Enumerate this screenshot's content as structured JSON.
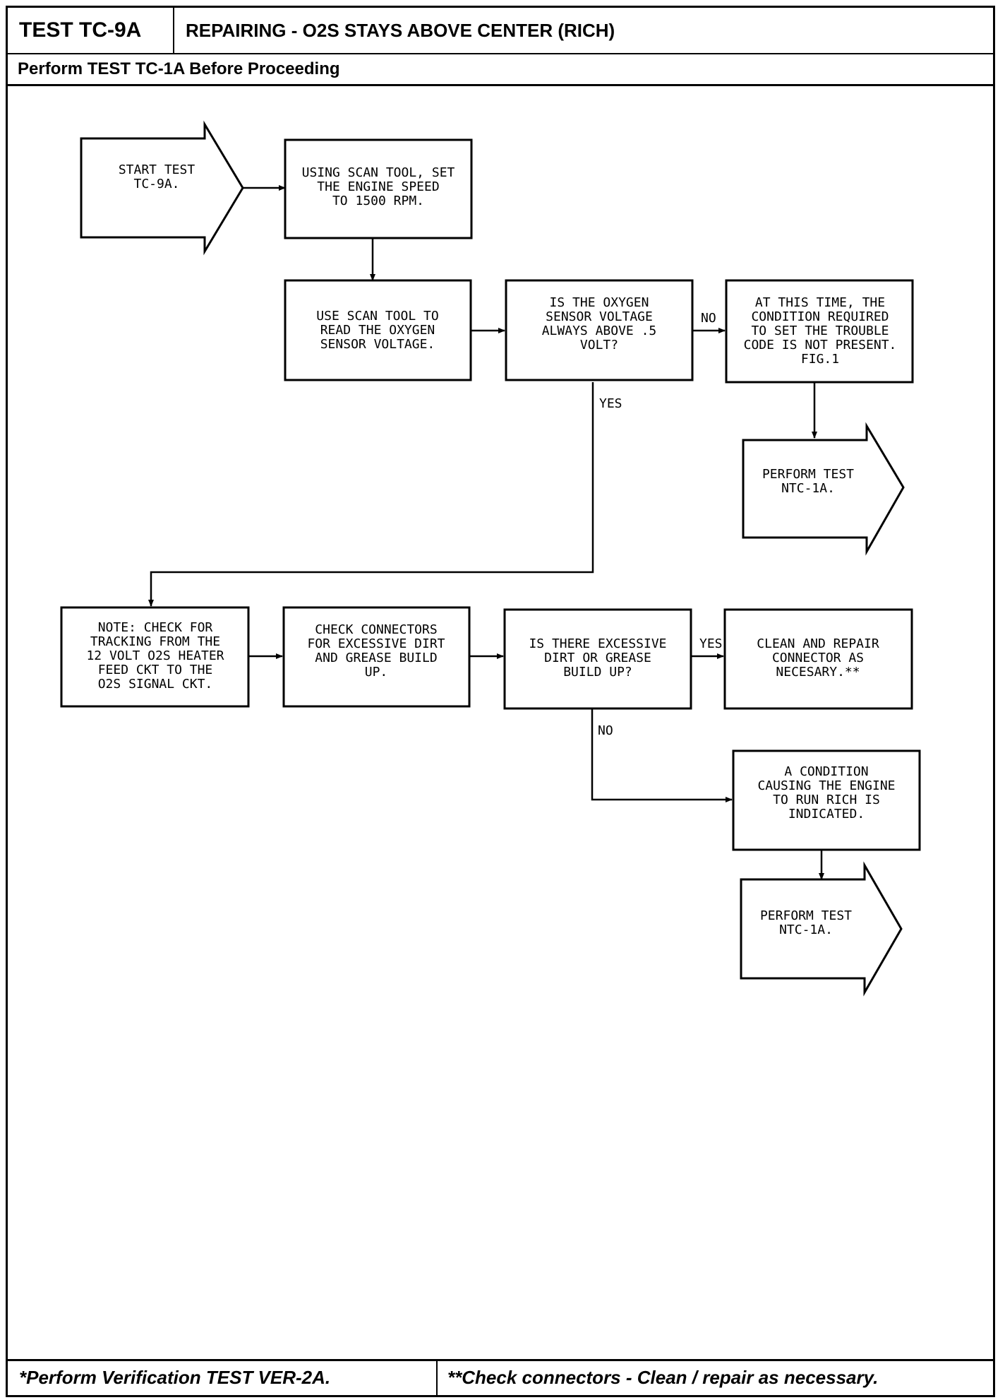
{
  "header": {
    "test_id": "TEST TC-9A",
    "title": "REPAIRING - O2S STAYS ABOVE CENTER (RICH)",
    "prerequisite": "Perform TEST TC-1A Before Proceeding"
  },
  "nodes": {
    "start": [
      "START TEST",
      "TC-9A."
    ],
    "set_speed": [
      "USING SCAN TOOL, SET",
      "THE ENGINE SPEED",
      "TO 1500 RPM."
    ],
    "read_voltage": [
      "USE SCAN TOOL TO",
      "READ THE OXYGEN",
      "SENSOR VOLTAGE."
    ],
    "q_voltage": [
      "IS THE OXYGEN",
      "SENSOR VOLTAGE",
      "ALWAYS ABOVE .5",
      "VOLT?"
    ],
    "not_present": [
      "AT THIS TIME, THE",
      "CONDITION REQUIRED",
      "TO SET THE TROUBLE",
      "CODE IS NOT PRESENT.",
      "FIG.1"
    ],
    "perform_ntc_1": [
      "PERFORM TEST",
      "NTC-1A."
    ],
    "note_tracking": [
      "NOTE: CHECK FOR",
      "TRACKING FROM THE",
      "12 VOLT O2S HEATER",
      "FEED CKT TO THE",
      "O2S SIGNAL CKT."
    ],
    "check_connectors": [
      "CHECK CONNECTORS",
      "FOR EXCESSIVE DIRT",
      "AND GREASE BUILD",
      "UP."
    ],
    "q_dirt": [
      "IS THERE EXCESSIVE",
      "DIRT OR GREASE",
      "BUILD UP?"
    ],
    "clean_repair": [
      "CLEAN AND REPAIR",
      "CONNECTOR AS",
      "NECESARY.**"
    ],
    "rich_condition": [
      "A CONDITION",
      "CAUSING THE ENGINE",
      "TO RUN RICH IS",
      "INDICATED."
    ],
    "perform_ntc_2": [
      "PERFORM TEST",
      "NTC-1A."
    ]
  },
  "edge_labels": {
    "no_1": "NO",
    "yes_1": "YES",
    "yes_2": "YES",
    "no_2": "NO"
  },
  "footer": {
    "left": "*Perform Verification TEST VER-2A.",
    "right": "**Check connectors - Clean / repair as necessary."
  }
}
